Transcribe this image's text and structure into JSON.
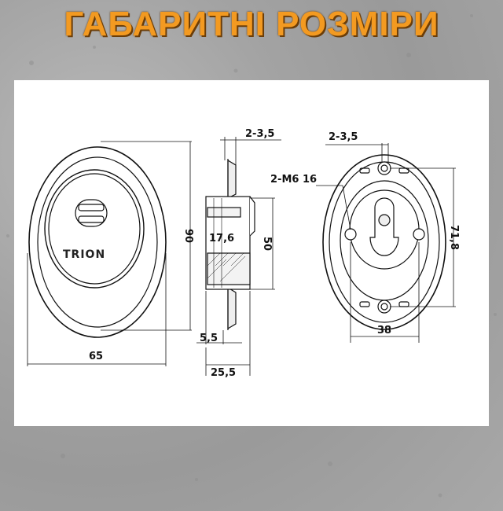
{
  "header": {
    "title": "ГАБАРИТНІ РОЗМІРИ"
  },
  "colors": {
    "title": "#f39a21",
    "panel": "#ffffff",
    "line": "#111111"
  },
  "front_view": {
    "brand": "TRION",
    "width": "65",
    "height": "90"
  },
  "side_view": {
    "plate_thickness": "2-3,5",
    "body_depth": "17,6",
    "body_height": "50",
    "flange": "5,5",
    "total_depth": "25,5"
  },
  "back_view": {
    "plate_thickness": "2-3,5",
    "screws": "2-M6 16",
    "hole_spacing": "71,8",
    "width": "38"
  }
}
